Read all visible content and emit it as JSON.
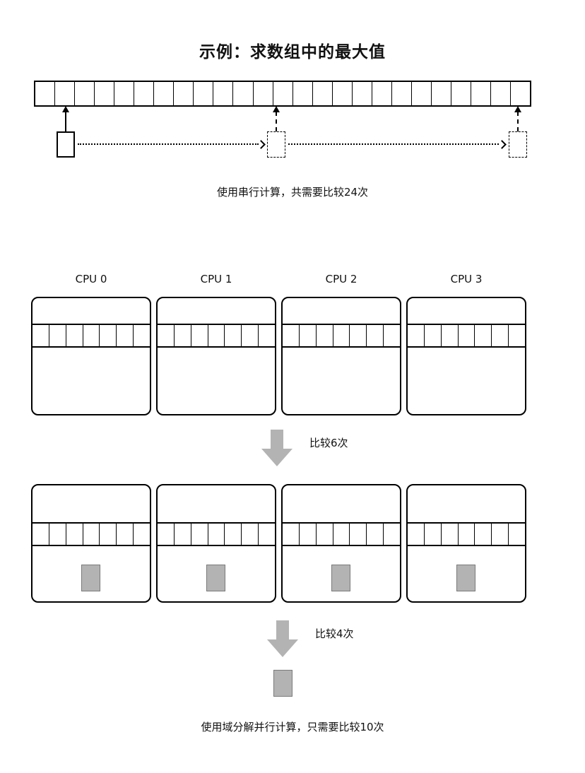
{
  "title": "示例：求数组中的最大值",
  "serial_section": {
    "array_cell_count": 25,
    "caption": "使用串行计算，共需要比较24次"
  },
  "parallel_section": {
    "cpus": [
      {
        "label": "CPU 0",
        "cell_count": 7
      },
      {
        "label": "CPU 1",
        "cell_count": 7
      },
      {
        "label": "CPU 2",
        "cell_count": 7
      },
      {
        "label": "CPU 3",
        "cell_count": 7
      }
    ],
    "step1_caption": "比较6次",
    "step2_caption": "比较4次",
    "final_caption": "使用域分解并行计算，只需要比较10次"
  },
  "colors": {
    "result_box_fill": "#b3b3b3",
    "block_arrow_fill": "#b3b3b3",
    "line": "#000000"
  }
}
